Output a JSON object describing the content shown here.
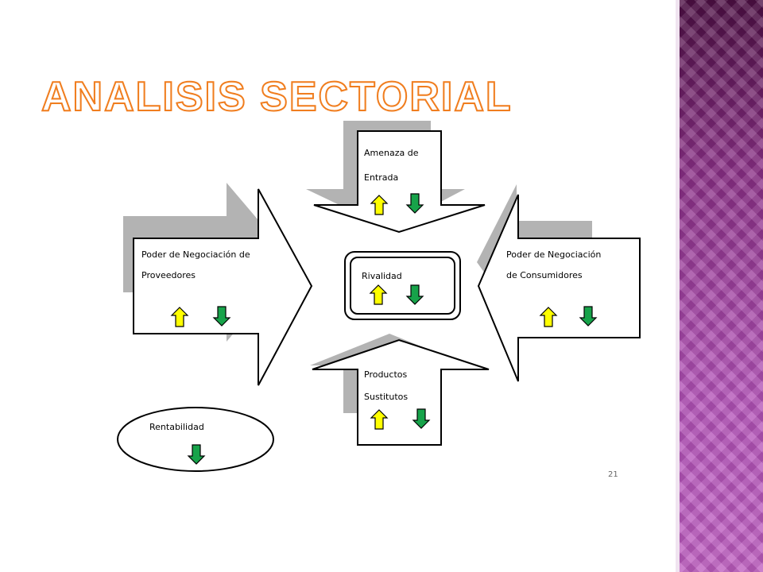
{
  "slide": {
    "title": "ANALISIS SECTORIAL",
    "page_number": "21",
    "colors": {
      "title_outline": "#f07d1e",
      "sidebar": "#b04bb0",
      "up_arrow": "#ffff00",
      "down_arrow": "#17a34a",
      "shadow": "#b3b3b3"
    }
  },
  "diagram": {
    "top": {
      "label_lines": [
        "Amenaza de",
        "Entrada"
      ],
      "icons": [
        "up-arrow-icon",
        "down-arrow-icon"
      ]
    },
    "left": {
      "label_lines": [
        "Poder de Negociación de",
        "Proveedores"
      ],
      "icons": [
        "up-arrow-icon",
        "down-arrow-icon"
      ]
    },
    "center": {
      "label": "Rivalidad",
      "icons": [
        "up-arrow-icon",
        "down-arrow-icon"
      ]
    },
    "right": {
      "label_lines": [
        "Poder de Negociación",
        "de Consumidores"
      ],
      "icons": [
        "up-arrow-icon",
        "down-arrow-icon"
      ]
    },
    "bottom": {
      "label_lines": [
        "Productos",
        "Sustitutos"
      ],
      "icons": [
        "up-arrow-icon",
        "down-arrow-icon"
      ]
    },
    "profitability": {
      "label": "Rentabilidad",
      "icons": [
        "down-arrow-icon"
      ]
    }
  }
}
